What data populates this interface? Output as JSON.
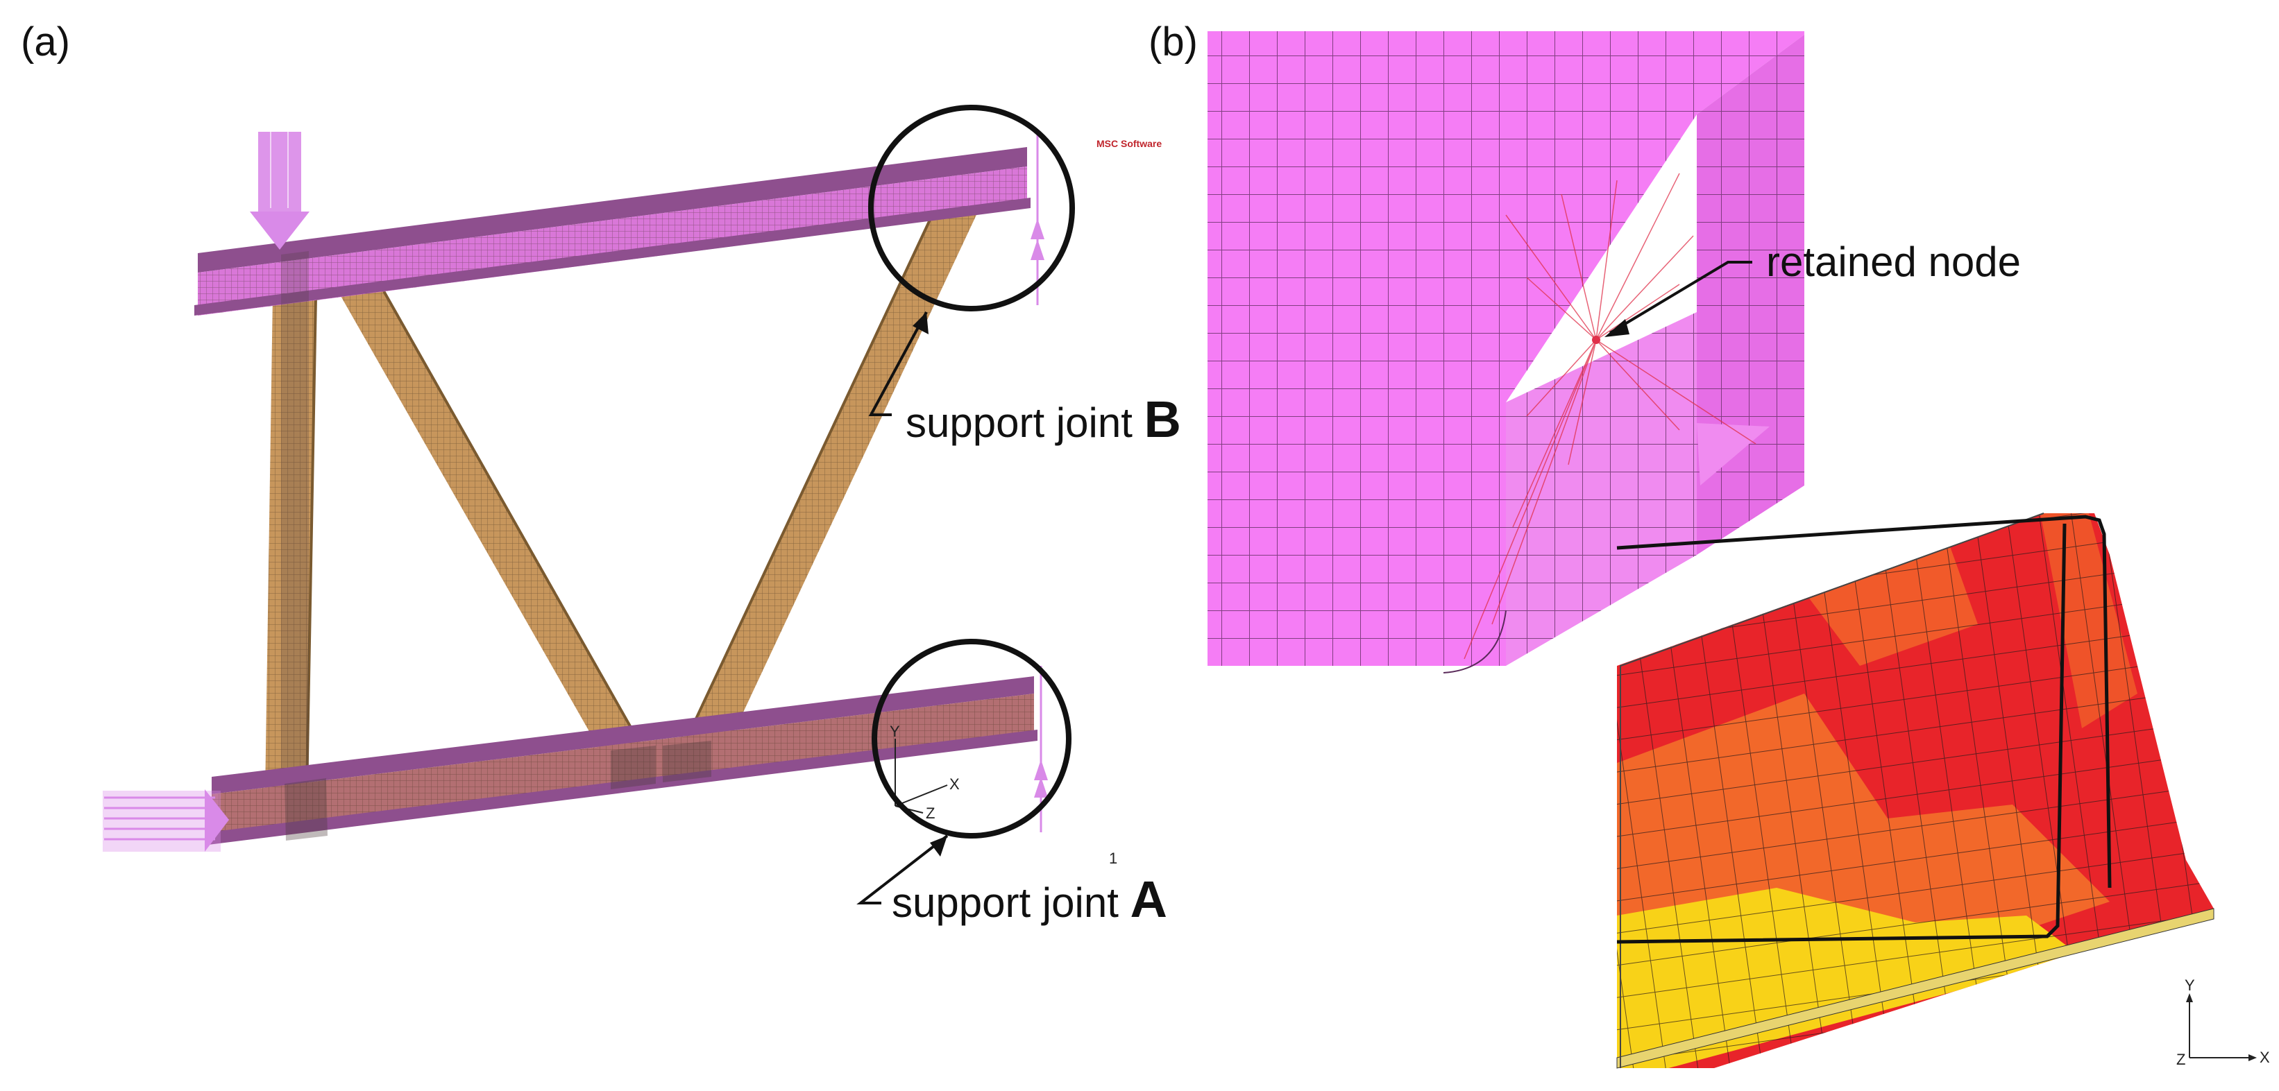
{
  "panels": {
    "a": {
      "label": "(a)"
    },
    "b": {
      "label": "(b)"
    }
  },
  "annotations": {
    "support_b": {
      "text": "support joint ",
      "letter": "B"
    },
    "support_a": {
      "text": "support joint ",
      "letter": "A"
    },
    "retained_node": "retained node"
  },
  "logo_text": "MSC Software",
  "small_mark": "1",
  "axes": {
    "a": {
      "x": "X",
      "y": "Y",
      "z": "Z"
    },
    "b": {
      "x": "X",
      "y": "Y",
      "z": "Z"
    }
  },
  "colors": {
    "chord": "#d977d8",
    "chord_dark": "#8e4f8e",
    "brace": "#c7965c",
    "brace_dark": "#7a5a30",
    "lower_chord": "#b36f72",
    "mesh_pink": "#f57df5",
    "load_arrow": "#d98ae8",
    "retain_line": "#e0304a",
    "contour_red": "#e8242a",
    "contour_orange": "#f2682a",
    "contour_yellow": "#f8d218"
  }
}
